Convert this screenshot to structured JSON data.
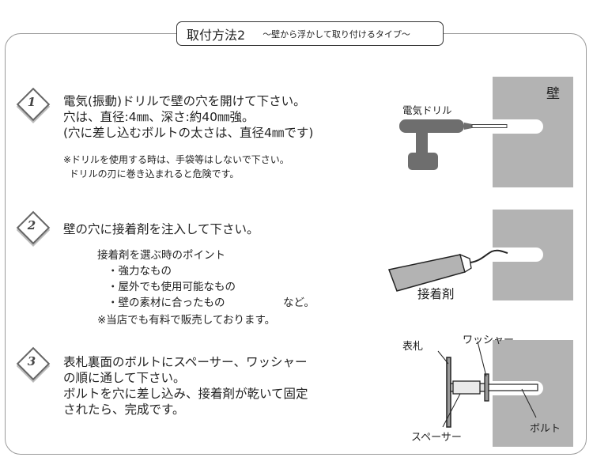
{
  "header": {
    "title": "取付方法2",
    "subtitle": "～壁から浮かして取り付けるタイプ～"
  },
  "steps": [
    {
      "number": "1",
      "lines": "電気(振動)ドリルで壁の穴を開けて下さい。\n穴は、直径:4㎜、深さ:約40㎜強。\n(穴に差し込むボルトの太さは、直径4㎜です)",
      "note": "※ドリルを使用する時は、手袋等はしないで下さい。\n  ドリルの刃に巻き込まれると危険です。"
    },
    {
      "number": "2",
      "lines": "壁の穴に接着剤を注入して下さい。",
      "tips_title": "接着剤を選ぶ時のポイント",
      "tips": [
        "・強力なもの",
        "・屋外でも使用可能なもの",
        "・壁の素材に合ったもの"
      ],
      "tips_suffix": "など。",
      "note": "※当店でも有料で販売しております。"
    },
    {
      "number": "3",
      "lines": "表札裏面のボルトにスペーサー、ワッシャー\nの順に通して下さい。\nボルトを穴に差し込み、接着剤が乾いて固定\nされたら、完成です。"
    }
  ],
  "diagrams": {
    "wall_label": "壁",
    "drill_label": "電気ドリル",
    "adhesive_label": "接着剤",
    "nameplate_label": "表札",
    "washer_label": "ワッシャー",
    "spacer_label": "スペーサー",
    "bolt_label": "ボルト"
  },
  "colors": {
    "wall": "#b3b3b3",
    "drill": "#6e6e6e",
    "frame": "#9a9a9a"
  }
}
